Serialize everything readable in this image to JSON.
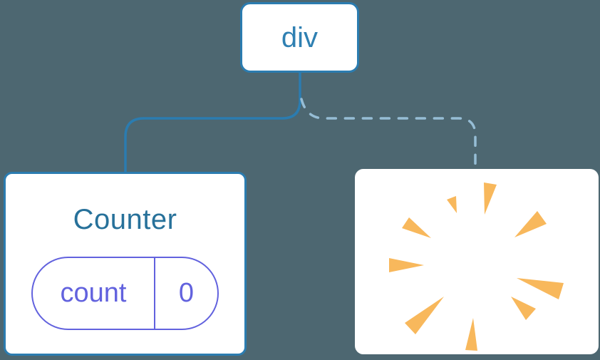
{
  "colors": {
    "background": "#4d6771",
    "card": "#ffffff",
    "stroke-blue": "#2b7cb0",
    "dash-blue": "#96bdd5",
    "text-blue": "#2f80b2",
    "title-blue": "#27719a",
    "purple": "#6262de",
    "poof-orange": "#f8b85c"
  },
  "tree": {
    "root": {
      "label": "div"
    },
    "counter": {
      "title": "Counter",
      "state": {
        "key": "count",
        "value": "0"
      },
      "connector_style": "solid"
    },
    "removed": {
      "icon": "poof-burst-icon",
      "ray_count": 9,
      "connector_style": "dashed"
    }
  }
}
